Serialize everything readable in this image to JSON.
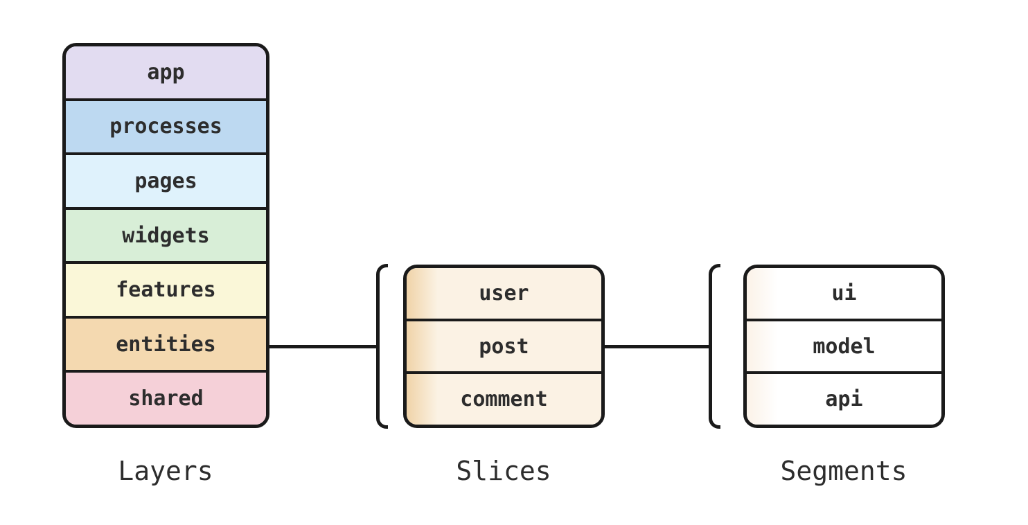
{
  "canvas": {
    "background": "#ffffff"
  },
  "stroke_color": "#1a1a1a",
  "text_color": "#2d2d2d",
  "layers": {
    "caption": "Layers",
    "rows": [
      {
        "label": "app",
        "fill": "#e2dcf1"
      },
      {
        "label": "processes",
        "fill": "#bdd9f1"
      },
      {
        "label": "pages",
        "fill": "#dff2fc"
      },
      {
        "label": "widgets",
        "fill": "#d8eed7"
      },
      {
        "label": "features",
        "fill": "#faf7d8"
      },
      {
        "label": "entities",
        "fill": "#f4d9b0"
      },
      {
        "label": "shared",
        "fill": "#f5d0d8"
      }
    ]
  },
  "slices": {
    "caption": "Slices",
    "rows": [
      {
        "label": "user"
      },
      {
        "label": "post"
      },
      {
        "label": "comment"
      }
    ],
    "fill_edge": "#f0d3a8",
    "fill_body": "#fbf2e4"
  },
  "segments": {
    "caption": "Segments",
    "rows": [
      {
        "label": "ui"
      },
      {
        "label": "model"
      },
      {
        "label": "api"
      }
    ],
    "fill_edge": "#fbf2e8",
    "fill_body": "#ffffff"
  }
}
